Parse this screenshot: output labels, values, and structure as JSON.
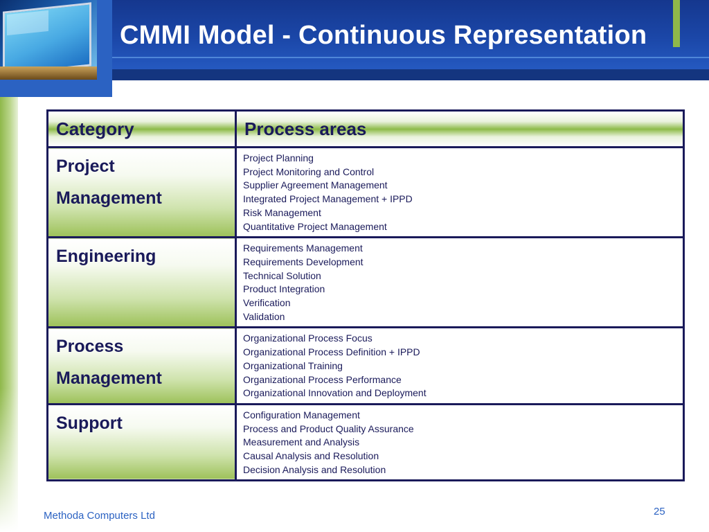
{
  "slide": {
    "title": "CMMI Model - Continuous Representation",
    "footer_company": "Methoda Computers Ltd",
    "page_number": "25"
  },
  "table": {
    "headers": {
      "category": "Category",
      "process_areas": "Process areas"
    },
    "rows": [
      {
        "category_lines": [
          "Project",
          "Management"
        ],
        "process_areas": [
          "Project Planning",
          "Project Monitoring and Control",
          "Supplier Agreement Management",
          "Integrated Project Management + IPPD",
          "Risk Management",
          "Quantitative Project Management"
        ]
      },
      {
        "category_lines": [
          "Engineering"
        ],
        "process_areas": [
          "Requirements Management",
          "Requirements Development",
          "Technical Solution",
          "Product Integration",
          "Verification",
          "Validation"
        ]
      },
      {
        "category_lines": [
          "Process",
          "Management"
        ],
        "process_areas": [
          "Organizational Process Focus",
          "Organizational Process Definition + IPPD",
          "Organizational Training",
          "Organizational Process Performance",
          "Organizational Innovation and Deployment"
        ]
      },
      {
        "category_lines": [
          "Support"
        ],
        "process_areas": [
          "Configuration Management",
          "Process and Product Quality Assurance",
          "Measurement and Analysis",
          "Causal Analysis and Resolution",
          "Decision Analysis and Resolution"
        ]
      }
    ]
  },
  "colors": {
    "title_bar": "#1b47a8",
    "accent_green": "#8fb84a",
    "text_navy": "#1a1a5a",
    "footer_blue": "#2b62c2"
  },
  "icons": [
    "computer-monitor-icon"
  ]
}
